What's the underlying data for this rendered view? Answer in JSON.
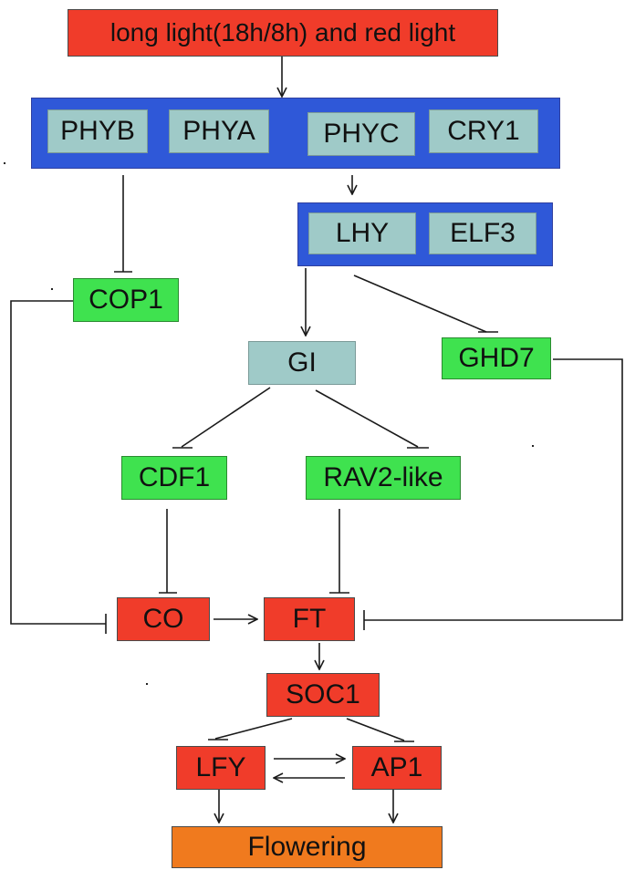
{
  "colors": {
    "light_box": "#f03c2a",
    "photoreceptor_panel": "#2f58d8",
    "gene_teal": "#9fcac8",
    "gene_green": "#3fe24f",
    "gene_red": "#f03c2a",
    "output_orange": "#f07a1e",
    "line": "#1a1a1a"
  },
  "nodes": {
    "light": "long light(18h/8h) and red light",
    "phyb": "PHYB",
    "phya": "PHYA",
    "phyc": "PHYC",
    "cry1": "CRY1",
    "lhy": "LHY",
    "elf3": "ELF3",
    "cop1": "COP1",
    "gi": "GI",
    "ghd7": "GHD7",
    "cdf1": "CDF1",
    "rav2": "RAV2-like",
    "co": "CO",
    "ft": "FT",
    "soc1": "SOC1",
    "lfy": "LFY",
    "ap1": "AP1",
    "flowering": "Flowering"
  },
  "edges": [
    {
      "from": "light",
      "to": "photoreceptors",
      "type": "activation"
    },
    {
      "from": "photoreceptors",
      "to": "lhy-elf3",
      "type": "activation"
    },
    {
      "from": "phyb",
      "to": "cop1",
      "type": "inhibition"
    },
    {
      "from": "lhy-elf3",
      "to": "gi",
      "type": "activation"
    },
    {
      "from": "lhy-elf3",
      "to": "ghd7",
      "type": "inhibition"
    },
    {
      "from": "gi",
      "to": "cdf1",
      "type": "inhibition"
    },
    {
      "from": "gi",
      "to": "rav2",
      "type": "inhibition"
    },
    {
      "from": "cdf1",
      "to": "co",
      "type": "inhibition"
    },
    {
      "from": "rav2",
      "to": "ft",
      "type": "inhibition"
    },
    {
      "from": "cop1",
      "to": "co",
      "type": "inhibition"
    },
    {
      "from": "ghd7",
      "to": "ft",
      "type": "inhibition"
    },
    {
      "from": "co",
      "to": "ft",
      "type": "activation"
    },
    {
      "from": "ft",
      "to": "soc1",
      "type": "activation"
    },
    {
      "from": "soc1",
      "to": "lfy",
      "type": "inhibition"
    },
    {
      "from": "soc1",
      "to": "ap1",
      "type": "inhibition"
    },
    {
      "from": "lfy",
      "to": "ap1",
      "type": "activation"
    },
    {
      "from": "ap1",
      "to": "lfy",
      "type": "activation"
    },
    {
      "from": "lfy",
      "to": "flowering",
      "type": "activation"
    },
    {
      "from": "ap1",
      "to": "flowering",
      "type": "activation"
    }
  ]
}
